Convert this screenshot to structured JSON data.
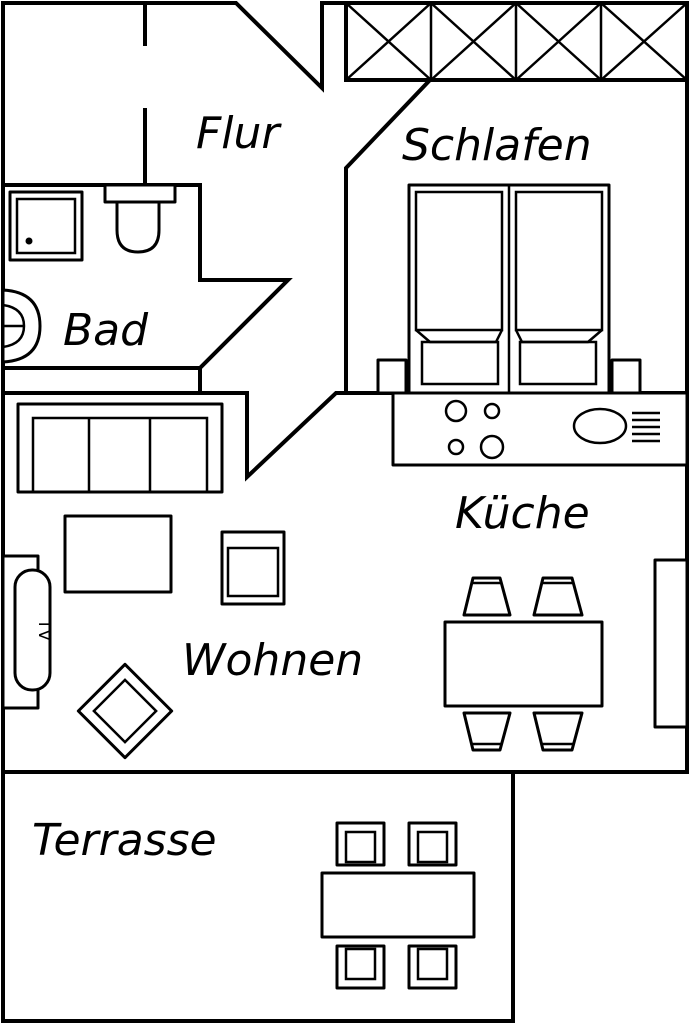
{
  "rooms": {
    "flur": "Flur",
    "schlafen": "Schlafen",
    "bad": "Bad",
    "kueche": "Küche",
    "wohnen": "Wohnen",
    "terrasse": "Terrasse"
  },
  "fixtures": {
    "tv": "TV"
  }
}
